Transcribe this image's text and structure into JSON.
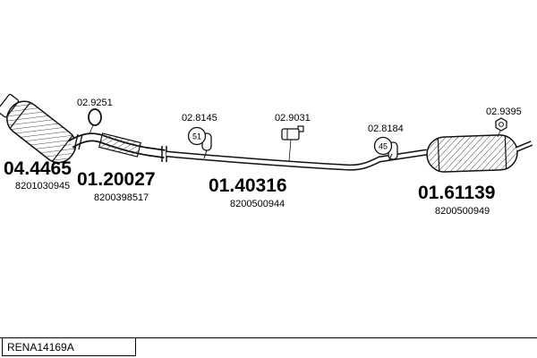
{
  "diagram": {
    "small_parts": [
      {
        "code": "02.9251",
        "icon": "gasket-ring-icon"
      },
      {
        "code": "02.8145",
        "badge": "51",
        "icon": "rubber-hanger-icon"
      },
      {
        "code": "02.9031",
        "icon": "clamp-icon"
      },
      {
        "code": "02.8184",
        "badge": "45",
        "icon": "rubber-hanger-icon"
      },
      {
        "code": "02.9395",
        "icon": "mounting-nut-icon"
      }
    ],
    "main_parts": [
      {
        "code": "04.4465",
        "number": "8201030945",
        "name": "catalytic-converter"
      },
      {
        "code": "01.20027",
        "number": "8200398517",
        "name": "front-pipe"
      },
      {
        "code": "01.40316",
        "number": "8200500944",
        "name": "centre-pipe"
      },
      {
        "code": "01.61139",
        "number": "8200500949",
        "name": "rear-silencer"
      }
    ]
  },
  "footer": {
    "reference": "RENA14169A"
  },
  "colors": {
    "line": "#000000",
    "background": "#ffffff"
  }
}
